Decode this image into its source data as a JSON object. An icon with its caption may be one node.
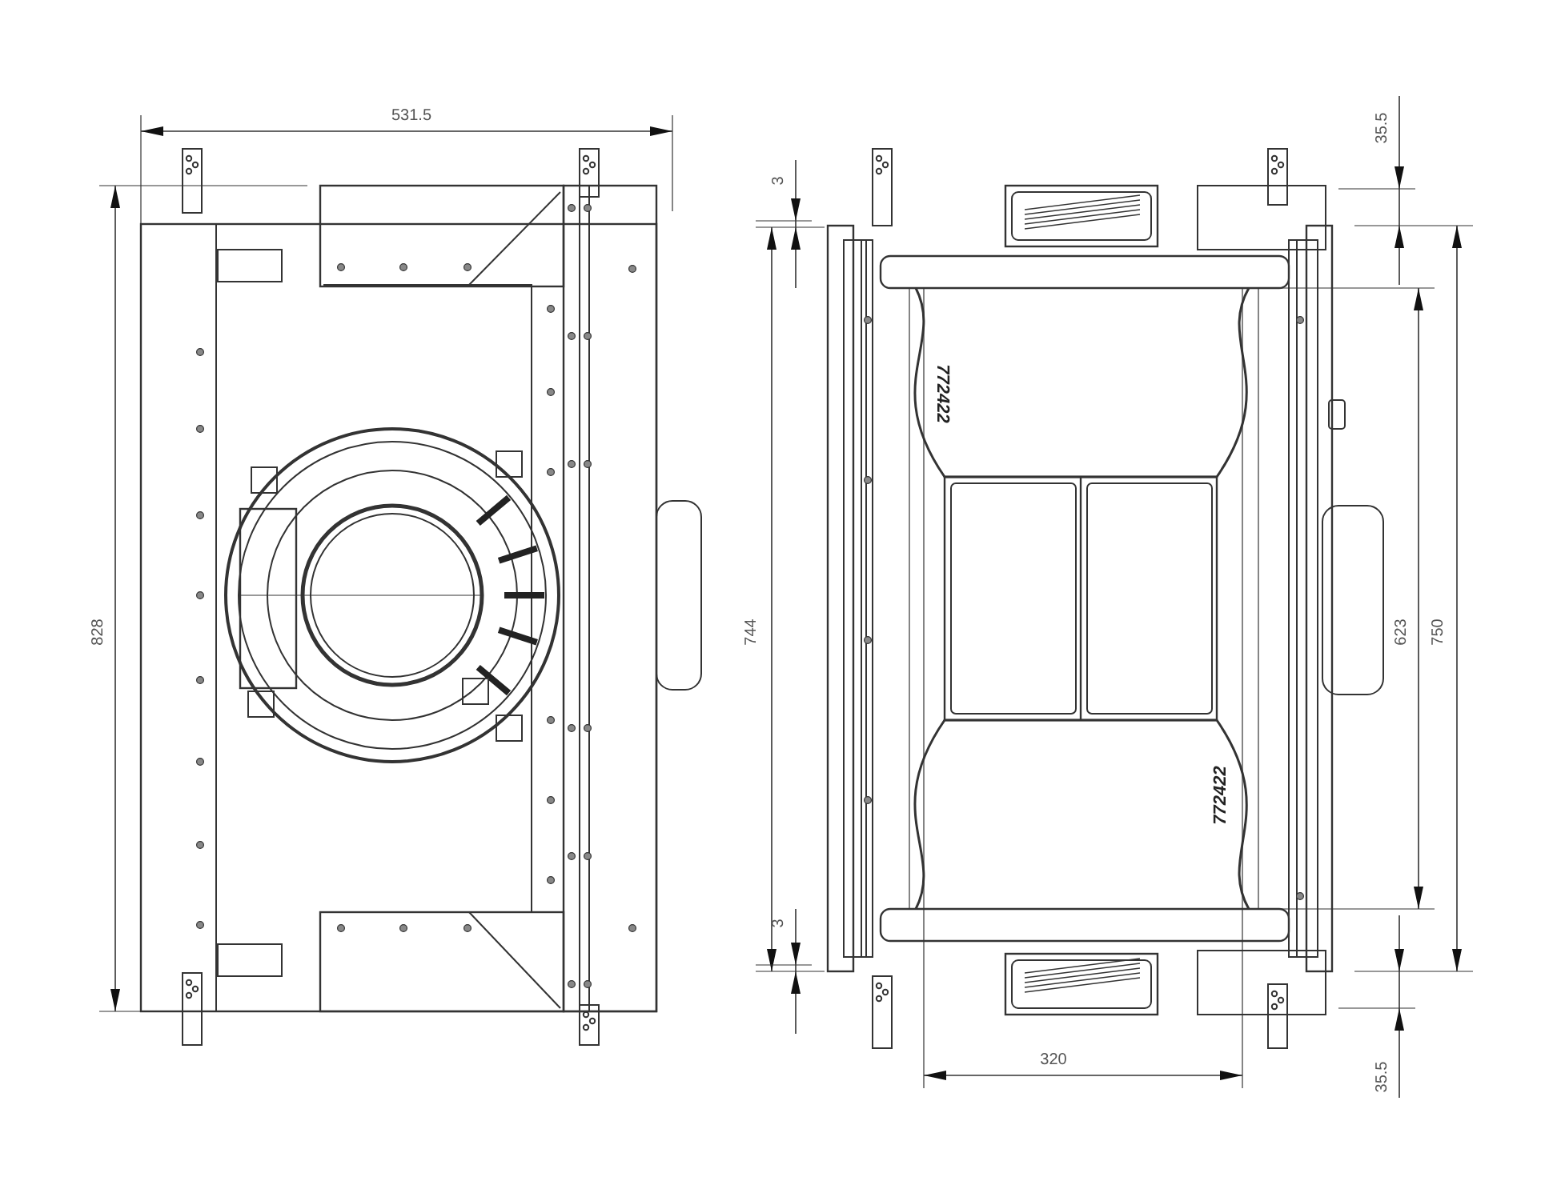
{
  "diagram": {
    "labels": [
      "531.5",
      "35.5",
      "3",
      "772422",
      "828",
      "744",
      "623",
      "750",
      "772422",
      "3",
      "320",
      "35.5"
    ]
  }
}
